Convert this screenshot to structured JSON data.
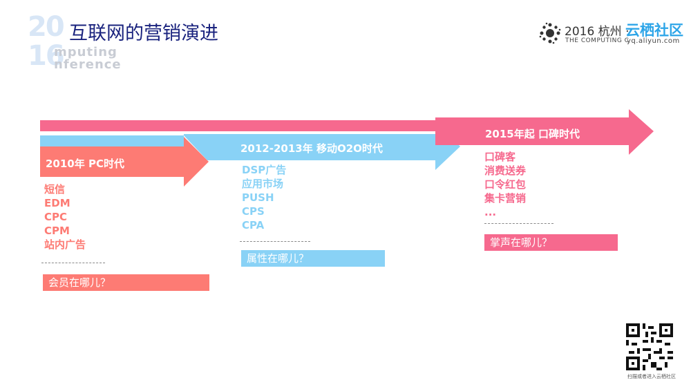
{
  "header": {
    "title": "互联网的营销演进",
    "logo_digits": [
      "20",
      "16"
    ],
    "logo_words": [
      "mputing",
      "nference"
    ],
    "brand_year": "2016 杭州 ·",
    "brand_name": "云栖社区",
    "brand_sub": "THE COMPUTING C",
    "brand_url": "yq.aliyun.com"
  },
  "colors": {
    "pc": "#fd7b74",
    "mobile": "#89d2f6",
    "word_of_mouth": "#f6698e",
    "title": "#1a237e"
  },
  "stages": [
    {
      "label": "2010年 PC时代",
      "items": [
        "短信",
        "EDM",
        "CPC",
        "CPM",
        "站内广告"
      ],
      "question": "会员在哪儿？"
    },
    {
      "label": "2012-2013年 移动O2O时代",
      "items": [
        "DSP广告",
        "应用市场",
        "PUSH",
        "CPS",
        "CPA"
      ],
      "question": "属性在哪儿？"
    },
    {
      "label": "2015年起 口碑时代",
      "items": [
        "口碑客",
        "消费送券",
        "口令红包",
        "集卡营销",
        "..."
      ],
      "question": "掌声在哪儿？"
    }
  ],
  "qr": {
    "caption": "扫描或者进入云栖社区"
  }
}
